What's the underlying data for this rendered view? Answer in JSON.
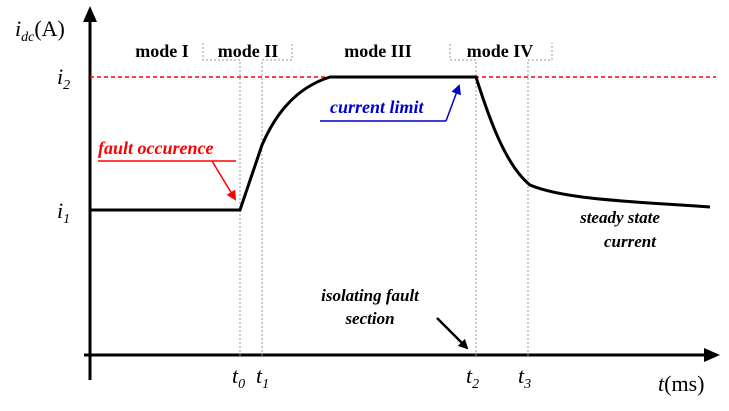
{
  "axes": {
    "y_label_var": "i",
    "y_label_sub": "dc",
    "y_label_unit": "(A)",
    "x_label_var": "t",
    "x_label_unit": "(ms)"
  },
  "levels": {
    "i1": {
      "var": "i",
      "sub": "1"
    },
    "i2": {
      "var": "i",
      "sub": "2"
    }
  },
  "times": [
    {
      "var": "t",
      "sub": "0"
    },
    {
      "var": "t",
      "sub": "1"
    },
    {
      "var": "t",
      "sub": "2"
    },
    {
      "var": "t",
      "sub": "3"
    }
  ],
  "modes": [
    "mode I",
    "mode II",
    "mode III",
    "mode IV"
  ],
  "annotations": {
    "fault": "fault occurence",
    "limit": "current limit",
    "isolating_line1": "isolating fault",
    "isolating_line2": "section",
    "steady_line1": "steady state",
    "steady_line2": "current"
  },
  "colors": {
    "fault": "#ff0000",
    "limit": "#0000cc",
    "curve": "#000000",
    "limit_line": "#ff0000",
    "guides": "#999999"
  }
}
